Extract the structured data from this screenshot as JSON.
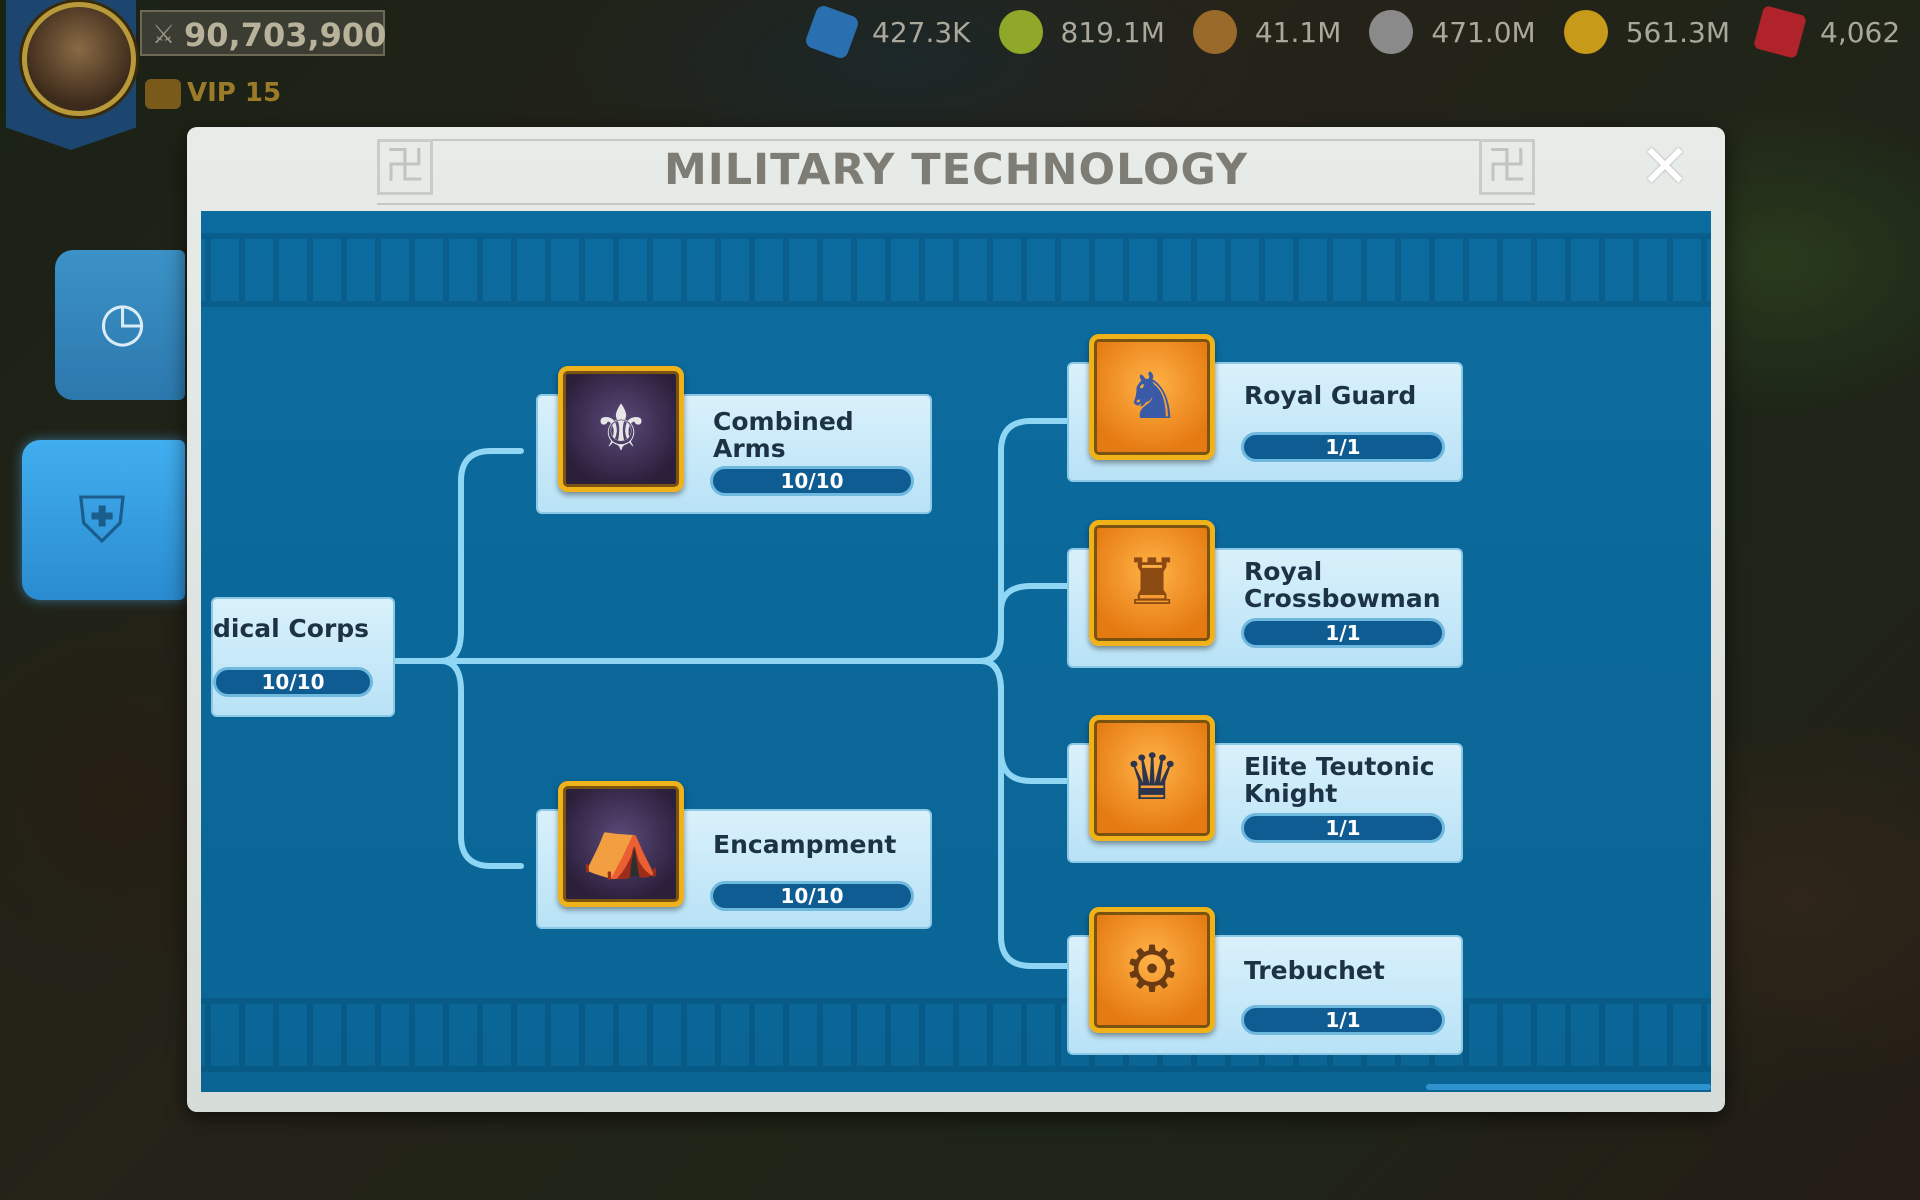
{
  "hud": {
    "power": "90,703,900",
    "vip": "VIP 15",
    "resources": [
      {
        "icon": "blue-gem-icon",
        "color": "#2a6fb0",
        "value": "427.3K"
      },
      {
        "icon": "corn-icon",
        "color": "#c8b12a",
        "value": "819.1M"
      },
      {
        "icon": "wood-icon",
        "color": "#9a6a2a",
        "value": "41.1M"
      },
      {
        "icon": "stone-icon",
        "color": "#8a8a8a",
        "value": "471.0M"
      },
      {
        "icon": "gold-coin-icon",
        "color": "#c89a1a",
        "value": "561.3M"
      },
      {
        "icon": "ruby-gem-icon",
        "color": "#b0232a",
        "value": "4,062"
      }
    ]
  },
  "modal": {
    "title": "MILITARY TECHNOLOGY"
  },
  "techs": {
    "medical_corps": {
      "name": "dical Corps",
      "progress": "10/10"
    },
    "combined_arms": {
      "name_line1": "Combined",
      "name_line2": "Arms",
      "progress": "10/10"
    },
    "encampment": {
      "name": "Encampment",
      "progress": "10/10"
    },
    "royal_guard": {
      "name": "Royal Guard",
      "progress": "1/1"
    },
    "royal_crossbowman": {
      "name_line1": "Royal",
      "name_line2": "Crossbowman",
      "progress": "1/1"
    },
    "elite_teutonic_knight": {
      "name_line1": "Elite Teutonic",
      "name_line2": "Knight",
      "progress": "1/1"
    },
    "trebuchet": {
      "name": "Trebuchet",
      "progress": "1/1"
    }
  },
  "colors": {
    "panel_blue": "#0c6b9e",
    "connector": "#8fd6f5",
    "icon_border": "#f0b21a",
    "progress_fill": "#0f5c92"
  }
}
